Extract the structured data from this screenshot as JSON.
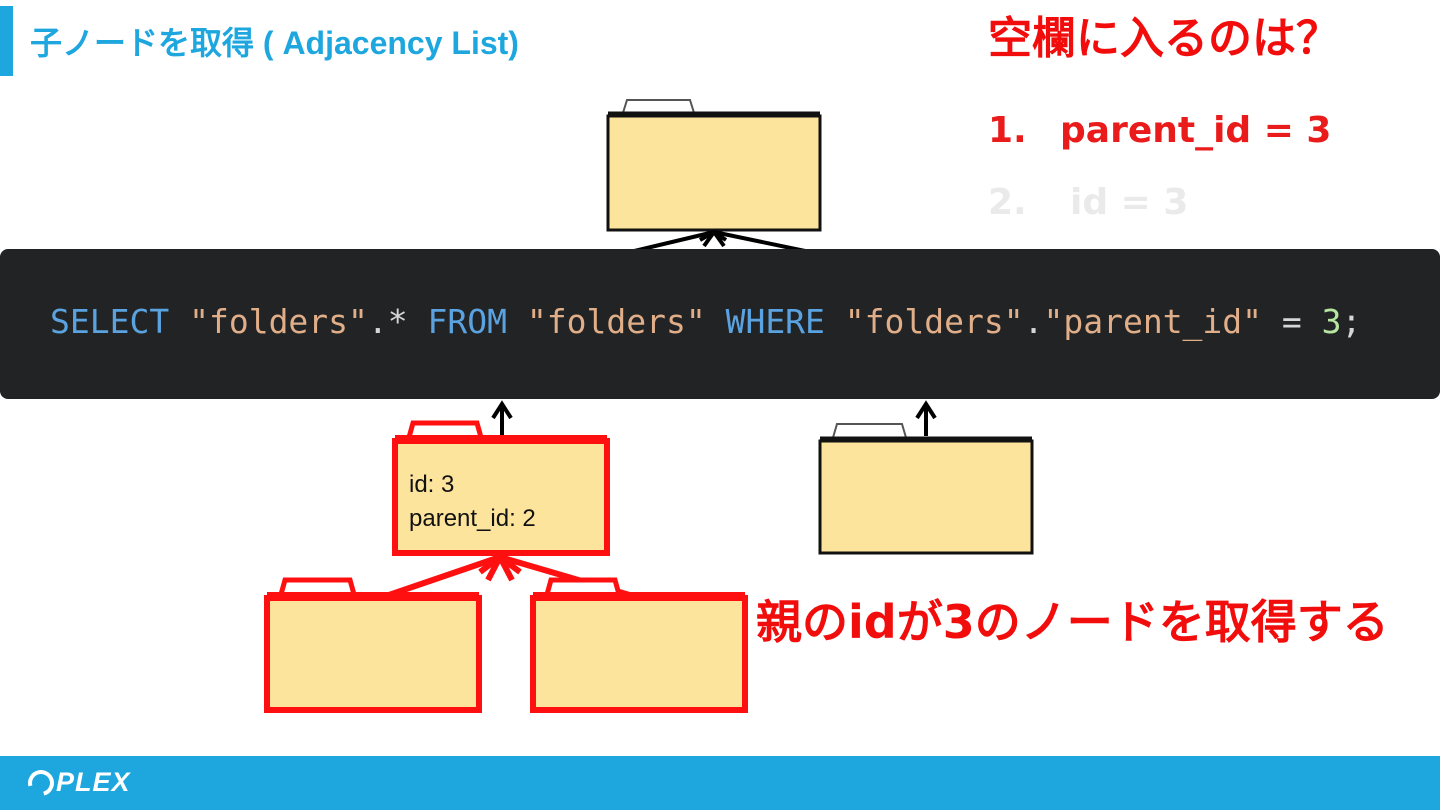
{
  "slide": {
    "title": "子ノードを取得 ( Adjacency List)",
    "question": "空欄に入るのは？",
    "options": [
      {
        "num": "1.",
        "text": "parent_id = 3"
      },
      {
        "num": "2.",
        "text": "id = 3"
      }
    ],
    "caption": "親のidが3のノードを取得する"
  },
  "code": {
    "kw_select": "SELECT",
    "str_folders_1": "\"folders\"",
    "op_star": ".*",
    "kw_from": "FROM",
    "str_folders_2": "\"folders\"",
    "kw_where": "WHERE",
    "str_folders_3": "\"folders\"",
    "op_dot": ".",
    "str_parent_id": "\"parent_id\"",
    "op_eq": "=",
    "num_3": "3",
    "op_semi": ";"
  },
  "node": {
    "id_label": "id: 3",
    "parent_label": "parent_id: 2"
  },
  "footer": {
    "logo": "PLEX"
  },
  "colors": {
    "accent": "#1ea7df",
    "highlight_red": "#f20d0d",
    "folder_fill": "#fde49d",
    "code_bg": "#222324"
  }
}
